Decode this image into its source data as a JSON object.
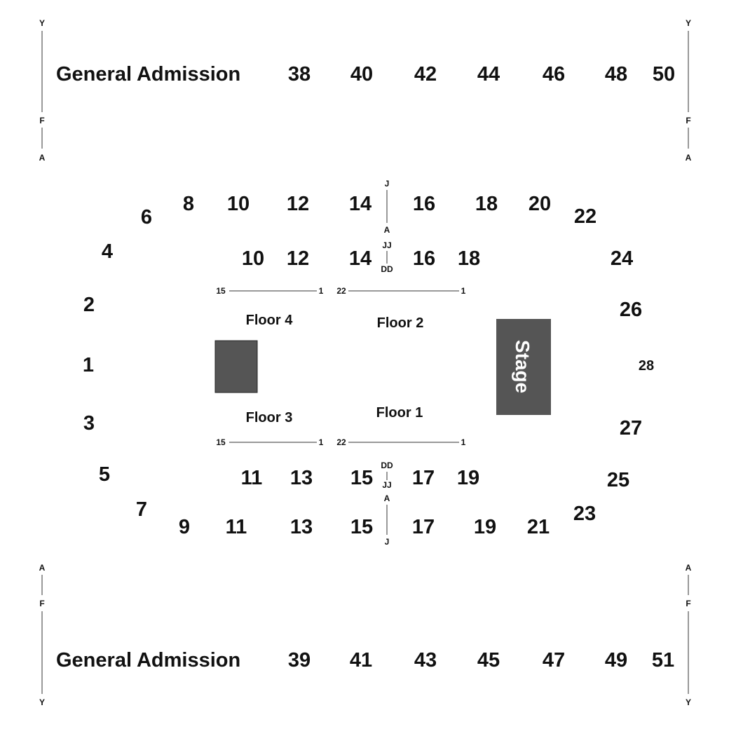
{
  "general_admission": {
    "top_label": "General Admission",
    "bottom_label": "General Admission",
    "top_sections": [
      "38",
      "40",
      "42",
      "44",
      "46",
      "48",
      "50"
    ],
    "bottom_sections": [
      "39",
      "41",
      "43",
      "45",
      "47",
      "49",
      "51"
    ]
  },
  "rulers": {
    "top": {
      "start": "Y",
      "mid": "F",
      "end": "A"
    },
    "bottom": {
      "start": "A",
      "mid": "F",
      "end": "Y"
    }
  },
  "outer_ring": {
    "upper": [
      "6",
      "8",
      "10",
      "12",
      "14",
      "16",
      "18",
      "20",
      "22",
      "4",
      "24",
      "2",
      "26",
      "1",
      "28",
      "3",
      "27",
      "5",
      "25",
      "7",
      "23"
    ],
    "lower": [
      "9",
      "11",
      "13",
      "15",
      "17",
      "19",
      "21"
    ]
  },
  "inner_ring": {
    "upper": [
      "10",
      "12",
      "14",
      "16",
      "18"
    ],
    "lower": [
      "11",
      "13",
      "15",
      "17",
      "19"
    ]
  },
  "row_markers": {
    "upper_outer": {
      "top": "J",
      "bottom": "A"
    },
    "upper_inner": {
      "top": "JJ",
      "bottom": "DD"
    },
    "lower_inner": {
      "top": "DD",
      "bottom": "JJ"
    },
    "lower_outer": {
      "top": "A",
      "bottom": "J"
    }
  },
  "floor": {
    "sections": [
      "Floor 4",
      "Floor 2",
      "Floor 3",
      "Floor 1"
    ],
    "row_scales": {
      "left_top": {
        "start": "15",
        "end": "1"
      },
      "right_top": {
        "start": "22",
        "end": "1"
      },
      "left_bottom": {
        "start": "15",
        "end": "1"
      },
      "right_bottom": {
        "start": "22",
        "end": "1"
      }
    }
  },
  "stage": {
    "label": "Stage"
  },
  "colors": {
    "stage": "#555555",
    "booth": "#555555",
    "text": "#111111"
  }
}
